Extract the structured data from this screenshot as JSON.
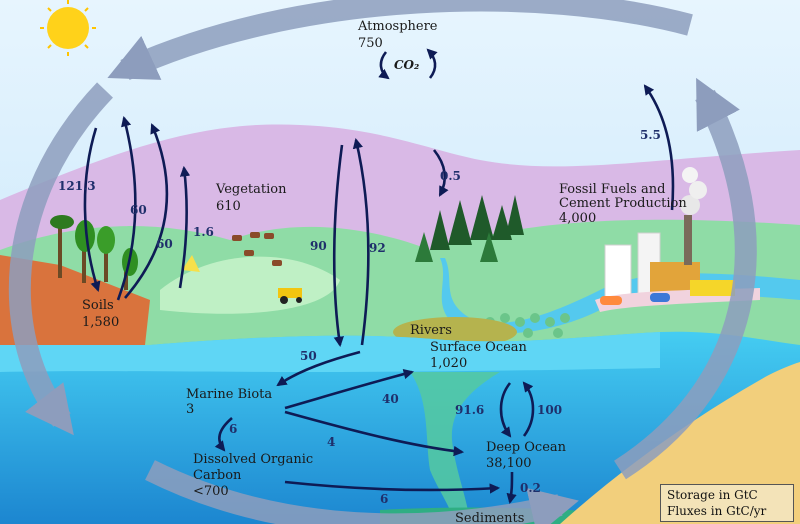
{
  "reservoirs": {
    "atmosphere": {
      "label": "Atmosphere",
      "value": "750"
    },
    "co2": "CO₂",
    "vegetation": {
      "label": "Vegetation",
      "value": "610"
    },
    "soils": {
      "label": "Soils",
      "value": "1,580"
    },
    "fossil": {
      "label_line1": "Fossil Fuels and",
      "label_line2": "Cement Production",
      "value": "4,000"
    },
    "rivers": {
      "label": "Rivers"
    },
    "surface_ocean": {
      "label": "Surface Ocean",
      "value": "1,020"
    },
    "marine_biota": {
      "label": "Marine Biota",
      "value": "3"
    },
    "doc": {
      "label_line1": "Dissolved Organic",
      "label_line2": "Carbon",
      "value": "<700"
    },
    "deep_ocean": {
      "label": "Deep Ocean",
      "value": "38,100"
    },
    "sediments": {
      "label": "Sediments"
    }
  },
  "fluxes": {
    "soil_out": "121.3",
    "soil_in": "60",
    "veg_in": "60",
    "veg_up": "1.6",
    "ocean_down": "90",
    "ocean_up": "92",
    "forest": "0.5",
    "fossil": "5.5",
    "biota_in": "50",
    "biota_out": "40",
    "biota_doc": "6",
    "biota_deep": "4",
    "deep_down": "91.6",
    "deep_up": "100",
    "sediment": "0.2",
    "doc_deep": "6"
  },
  "legend": {
    "line1": "Storage in GtC",
    "line2": "Fluxes in GtC/yr"
  },
  "colors": {
    "sky": "#cfe9fb",
    "ocean": "#3ec8f0",
    "deep_ocean": "#1f8fd6",
    "arrow": "#0e1b55",
    "cycle": "#9aa9c6"
  }
}
